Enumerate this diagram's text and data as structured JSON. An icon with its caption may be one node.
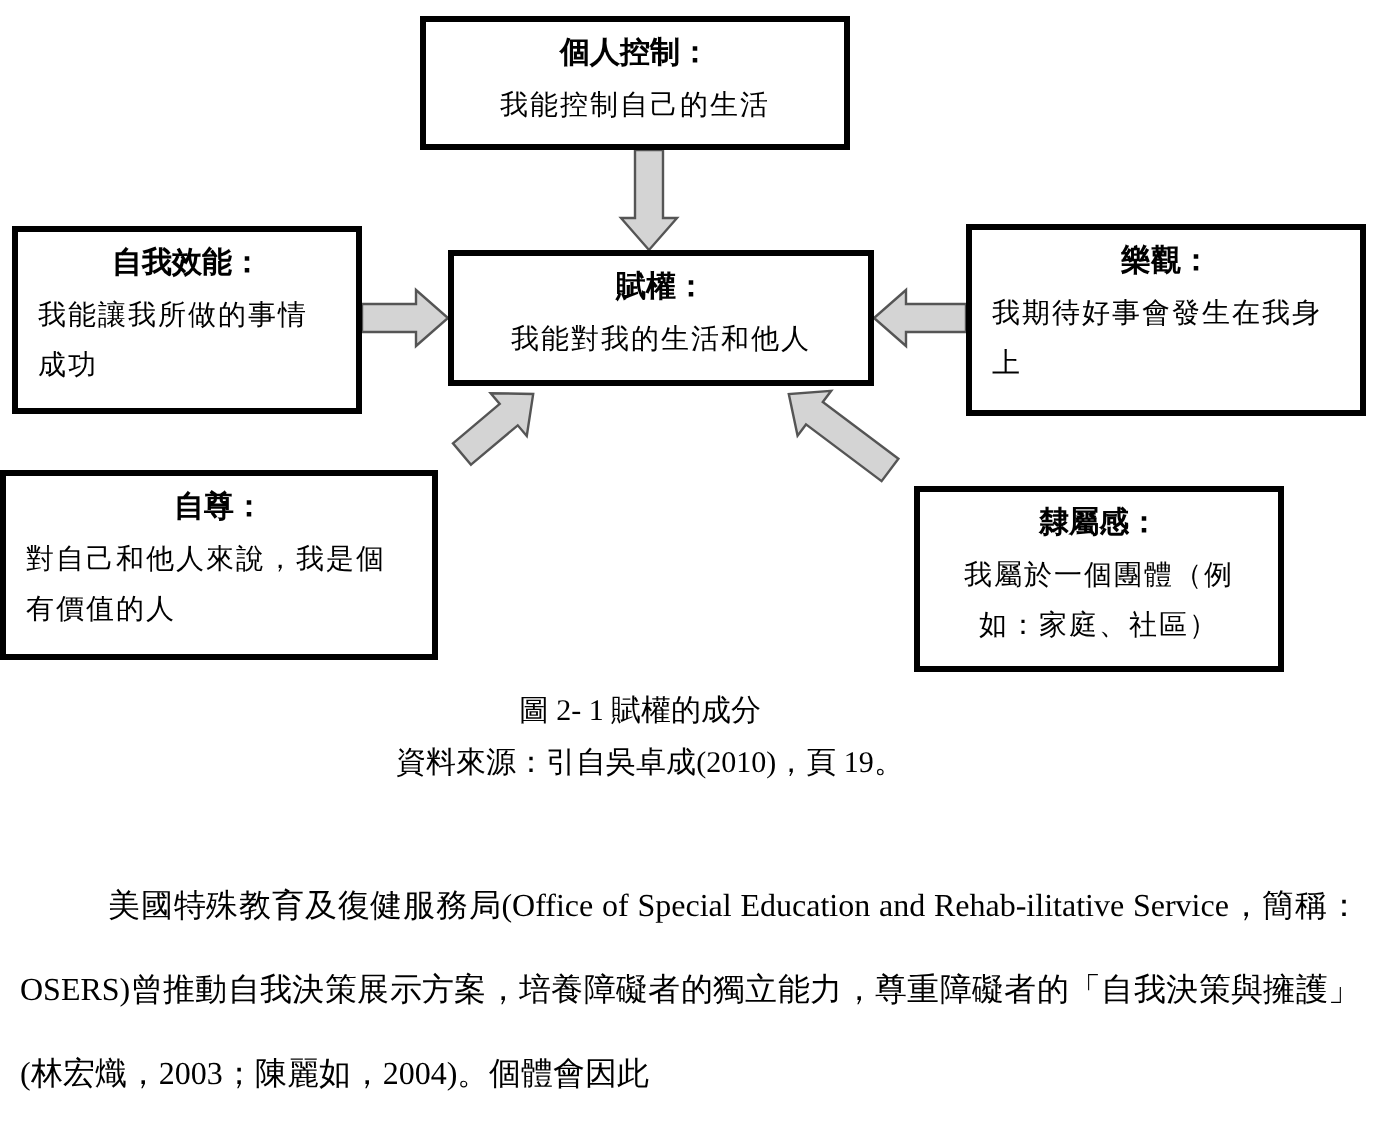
{
  "diagram": {
    "caption": "圖 2- 1 賦權的成分",
    "nodes": [
      {
        "text": [
          "個人控制：",
          "我能控制自己的生活"
        ]
      },
      {
        "text": [
          "自我效能：",
          "我能讓我所做的事情成功"
        ]
      },
      {
        "text": [
          "賦權：",
          "我能對我的生活和他人"
        ]
      },
      {
        "text": [
          "樂觀：",
          "我期待好事會發生在我身上"
        ]
      },
      {
        "text": [
          "自尊：",
          "對自己和他人來說，我是個有價值的人"
        ]
      },
      {
        "text": [
          "隸屬感：",
          "我屬於一個團體（例如：家庭、社區）"
        ]
      }
    ],
    "edges": [
      {
        "from": 0,
        "to": 2,
        "arrow": "to"
      },
      {
        "from": 1,
        "to": 2,
        "arrow": "to"
      },
      {
        "from": 3,
        "to": 2,
        "arrow": "to"
      },
      {
        "from": 4,
        "to": 2,
        "arrow": "to"
      },
      {
        "from": 5,
        "to": 2,
        "arrow": "to"
      }
    ],
    "labels": [
      "資料來源：引自吳卓成(2010)，頁 19。",
      "美國特殊教育及復健服務局(Office of Special Education and Rehab-ilitative Service，簡稱：OSERS)曾推動自我決策展示方案，培養障礙者的獨立能力，尊重障礙者的「自我決策與擁護」(林宏熾，2003；陳麗如，2004)。個體會因此"
    ]
  }
}
